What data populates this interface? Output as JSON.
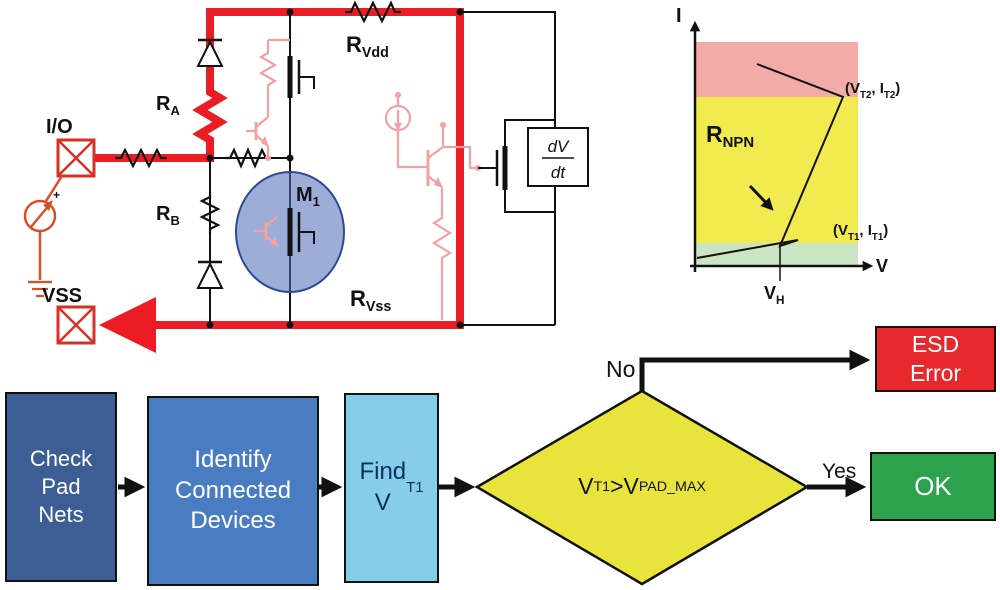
{
  "colors": {
    "red_path": "#EC1C24",
    "pad_red": "#D93025",
    "wire_orange": "#D4502A",
    "pink_device": "#F2A2A2",
    "ellipse_blue": "#4A69B8",
    "ellipse_border": "#2E4A8F",
    "region_pink": "#F2ABA6",
    "region_yellow": "#F1EB50",
    "region_green": "#CBE5C4",
    "box_dark_blue": "#3C5E94",
    "box_mid_blue": "#4A7CC2",
    "box_light_blue": "#85CDE8",
    "diamond_yellow": "#E9E43C",
    "error_red": "#E7292E",
    "ok_green": "#2CA24D",
    "wire_black": "#111111"
  },
  "circuit": {
    "io_pad_label": "I/O",
    "vss_pad_label": "VSS",
    "r_a": "R_{A}",
    "r_b": "R_{B}",
    "r_vdd": "R_{Vdd}",
    "r_vss": "R_{Vss}",
    "m1": "M_{1}",
    "dvdt_numerator": "dV",
    "dvdt_denominator": "dt"
  },
  "graph": {
    "y_axis": "I",
    "x_axis": "V",
    "r_npn": "R_{NPN}",
    "v_h": "V_{H}",
    "point_t2": "(V_{T2}, I_{T2})",
    "point_t1": "(V_{T1}, I_{T1})"
  },
  "flowchart": {
    "step1": "Check\nPad\nNets",
    "step2": "Identify\nConnected\nDevices",
    "step3": "Find\nV_{T1}",
    "decision": "V_{T1}>V_{PAD_MAX}",
    "no_label": "No",
    "yes_label": "Yes",
    "error_box": "ESD\nError",
    "ok_box": "OK"
  }
}
